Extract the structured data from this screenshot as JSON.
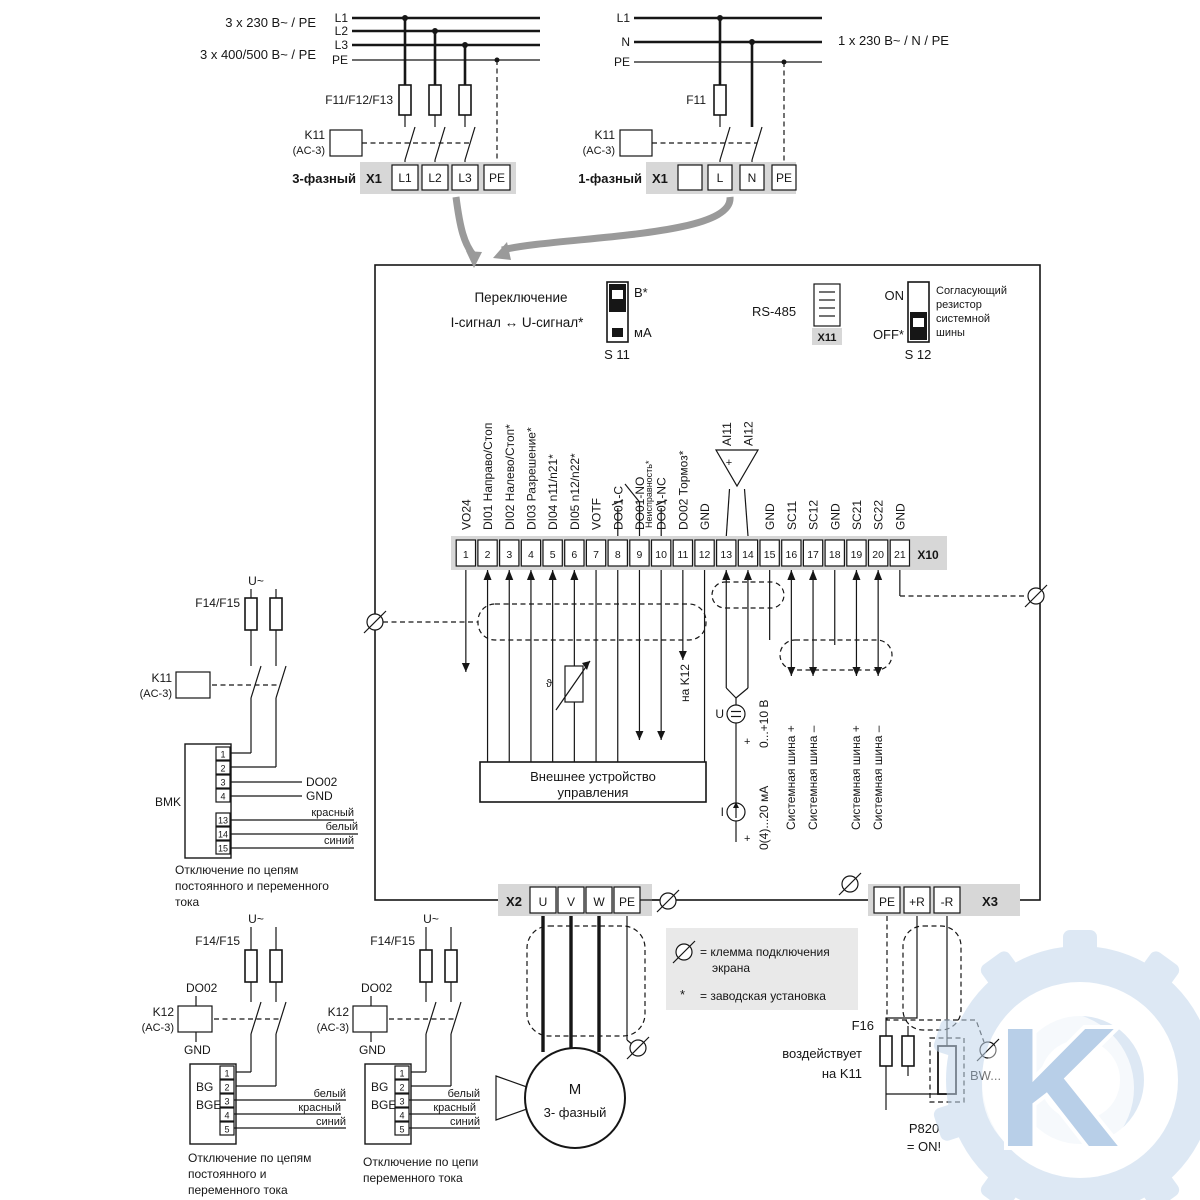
{
  "three_phase": {
    "supply_a": "3 x 230 В~ / PE",
    "supply_b": "3 x 400/500 В~ / PE",
    "lines": [
      "L1",
      "L2",
      "L3",
      "PE"
    ],
    "fuses": "F11/F12/F13",
    "contactor": "K11",
    "contactor_type": "(AC-3)",
    "label": "3-фазный",
    "connector": "X1",
    "terminals": [
      "L1",
      "L2",
      "L3",
      "PE"
    ]
  },
  "single_phase": {
    "supply": "1 x 230 В~ / N / PE",
    "lines": [
      "L1",
      "N",
      "PE"
    ],
    "fuse": "F11",
    "contactor": "K11",
    "contactor_type": "(AC-3)",
    "label": "1-фазный",
    "connector": "X1",
    "terminals": [
      "",
      "L",
      "N",
      "PE"
    ]
  },
  "inverter": {
    "s11": {
      "line1": "Переключение",
      "line2": "I-сигнал ↔ U-сигнал*",
      "top": "В*",
      "bottom": "мА",
      "name": "S 11"
    },
    "x11": {
      "label": "RS-485",
      "name": "X11"
    },
    "s12": {
      "on": "ON",
      "off": "OFF*",
      "desc": [
        "Согласующий",
        "резистор",
        "системной",
        "шины"
      ],
      "name": "S 12"
    },
    "x10": {
      "name": "X10",
      "numbers": [
        "1",
        "2",
        "3",
        "4",
        "5",
        "6",
        "7",
        "8",
        "9",
        "10",
        "11",
        "12",
        "13",
        "14",
        "15",
        "16",
        "17",
        "18",
        "19",
        "20",
        "21"
      ],
      "labels": [
        "VO24",
        "DI01 Направо/Стоп",
        "DI02 Налево/Стоп*",
        "DI03 Разрешение*",
        "DI04 n11/n21*",
        "DI05 n12/n22*",
        "VOTF",
        "DO01-C",
        "DO01-NO",
        "DO01-NC",
        "DO02 Тормоз*",
        "GND",
        "AI11",
        "AI12",
        "GND",
        "SC11",
        "SC12",
        "GND",
        "SC21",
        "SC22",
        "GND"
      ],
      "relay_note": "Неисправность*",
      "opamp_plus": "+"
    },
    "pot_symbol": "ϑ",
    "to_k12": "на K12",
    "u_source": {
      "letter": "U",
      "plus": "+",
      "range": "0...+10 В"
    },
    "i_source": {
      "letter": "I",
      "plus": "+",
      "range": "0(4)...20 мА"
    },
    "sysbus1_plus": "Системная шина +",
    "sysbus1_minus": "Системная шина –",
    "sysbus2_plus": "Системная шина +",
    "sysbus2_minus": "Системная шина –",
    "external_line1": "Внешнее устройство",
    "external_line2": "управления",
    "x2": {
      "name": "X2",
      "terminals": [
        "U",
        "V",
        "W",
        "PE"
      ]
    },
    "x3": {
      "name": "X3",
      "terminals": [
        "PE",
        "+R",
        "-R"
      ]
    }
  },
  "motor": {
    "letter": "M",
    "type": "3- фазный"
  },
  "legend": {
    "shield1": "= клемма подключения",
    "shield2": "экрана",
    "star": "*",
    "factory": "= заводская установка"
  },
  "brake": {
    "fuse": "F16",
    "act1": "воздействует",
    "act2": "на K11",
    "resistor": "BW...",
    "param1": "P820",
    "param2": "= ON!"
  },
  "bmk": {
    "u": "U~",
    "fuses": "F14/F15",
    "contactor": "K11",
    "contactor_type": "(AC-3)",
    "name": "BMK",
    "terminals": [
      "1",
      "2",
      "3",
      "4",
      "13",
      "14",
      "15"
    ],
    "do02": "DO02",
    "gnd": "GND",
    "red": "красный",
    "white": "белый",
    "blue": "синий",
    "caption": [
      "Отключение по цепям",
      "постоянного и переменного",
      "тока"
    ]
  },
  "bg1": {
    "u": "U~",
    "fuses": "F14/F15",
    "do02": "DO02",
    "contactor": "K12",
    "contactor_type": "(AC-3)",
    "gnd": "GND",
    "name1": "BG",
    "name2": "BGE",
    "terminals": [
      "1",
      "2",
      "3",
      "4",
      "5"
    ],
    "white": "белый",
    "red": "красный",
    "blue": "синий",
    "caption": [
      "Отключение по цепям",
      "постоянного и",
      "переменного тока"
    ]
  },
  "bg2": {
    "u": "U~",
    "fuses": "F14/F15",
    "do02": "DO02",
    "contactor": "K12",
    "contactor_type": "(AC-3)",
    "gnd": "GND",
    "name1": "BG",
    "name2": "BGE",
    "terminals": [
      "1",
      "2",
      "3",
      "4",
      "5"
    ],
    "white": "белый",
    "red": "красный",
    "blue": "синий",
    "caption": [
      "Отключение по цепи",
      "переменного тока"
    ]
  },
  "watermark": {
    "letter": "K"
  }
}
